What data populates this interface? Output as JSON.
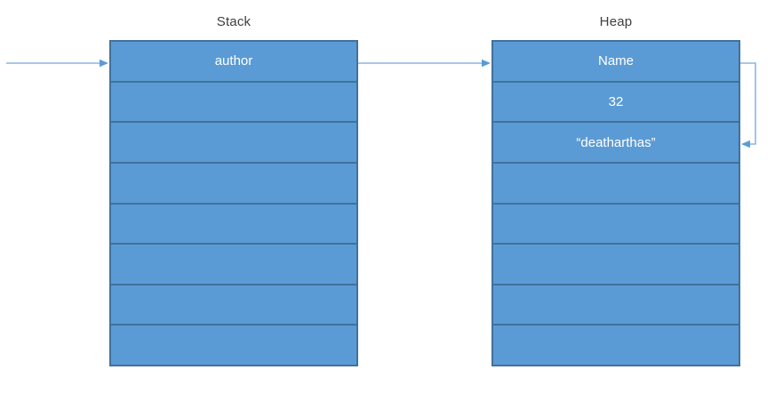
{
  "stack": {
    "title": "Stack",
    "rows": [
      "author",
      "",
      "",
      "",
      "",
      "",
      "",
      ""
    ]
  },
  "heap": {
    "title": "Heap",
    "rows": [
      "Name",
      "32",
      "“deatharthas”",
      "",
      "",
      "",
      "",
      ""
    ]
  },
  "arrows": [
    {
      "name": "entry-to-stack-arrow",
      "from": "outside-left",
      "to": "stack row 1 (author)"
    },
    {
      "name": "stack-to-heap-arrow",
      "from": "stack row 1 (author)",
      "to": "heap row 1 (Name)"
    },
    {
      "name": "heap-self-reference-arrow",
      "from": "heap row 1 (Name)",
      "to": "heap row 3 (“deatharthas”)"
    }
  ],
  "colors": {
    "cell_fill": "#5b9bd5",
    "cell_border": "#41719c",
    "arrow_line": "#8fb4e2",
    "arrow_head": "#5b9bd5",
    "title_text": "#3f3f3f",
    "cell_text": "#ffffff",
    "background": "#ffffff"
  }
}
